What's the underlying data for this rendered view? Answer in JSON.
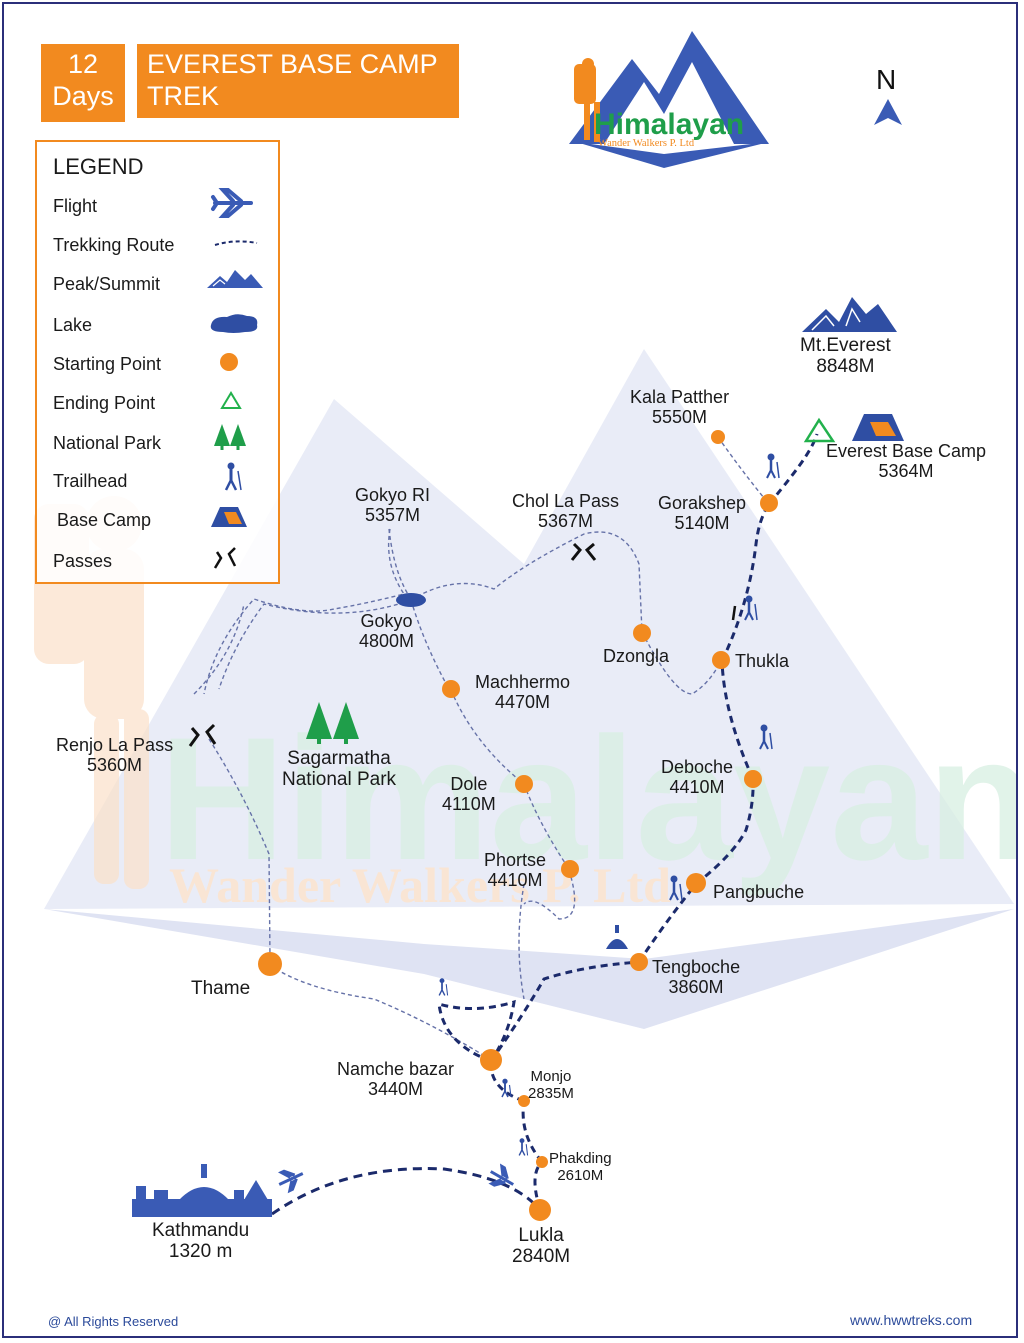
{
  "header": {
    "days_line1": "12",
    "days_line2": "Days",
    "title_line1": "EVEREST BASE CAMP",
    "title_line2": "TREK"
  },
  "logo": {
    "name": "Himalayan",
    "sub": "Wander Walkers P. Ltd",
    "watermark_name": "Himalayan",
    "watermark_sub": "Wander Walkers P. Ltd"
  },
  "north": "N",
  "legend": {
    "title": "LEGEND",
    "items": [
      {
        "label": "Flight",
        "icon": "plane-icon"
      },
      {
        "label": "Trekking Route",
        "icon": "dashed-route-icon"
      },
      {
        "label": "Peak/Summit",
        "icon": "mountain-icon"
      },
      {
        "label": "Lake",
        "icon": "lake-icon"
      },
      {
        "label": "Starting Point",
        "icon": "orange-dot-icon"
      },
      {
        "label": "Ending Point",
        "icon": "green-triangle-icon"
      },
      {
        "label": "National Park",
        "icon": "trees-icon"
      },
      {
        "label": "Trailhead",
        "icon": "hiker-icon"
      },
      {
        "label": "Base Camp",
        "icon": "tent-icon"
      },
      {
        "label": "Passes",
        "icon": "pass-icon"
      }
    ]
  },
  "places": {
    "everest": {
      "name": "Mt.Everest",
      "alt": "8848M"
    },
    "ebc": {
      "name": "Everest Base Camp",
      "alt": "5364M"
    },
    "kala": {
      "name": "Kala Patther",
      "alt": "5550M"
    },
    "gorakshep": {
      "name": "Gorakshep",
      "alt": "5140M"
    },
    "chola": {
      "name": "Chol La Pass",
      "alt": "5367M"
    },
    "gokyori": {
      "name": "Gokyo RI",
      "alt": "5357M"
    },
    "gokyo": {
      "name": "Gokyo",
      "alt": "4800M"
    },
    "dzongla": {
      "name": "Dzongla"
    },
    "thukla": {
      "name": "Thukla"
    },
    "machhermo": {
      "name": "Machhermo",
      "alt": "4470M"
    },
    "renjo": {
      "name": "Renjo La Pass",
      "alt": "5360M"
    },
    "sagarmatha": {
      "name": "Sagarmatha",
      "name2": "National Park"
    },
    "dole": {
      "name": "Dole",
      "alt": "4110M"
    },
    "deboche": {
      "name": "Deboche",
      "alt": "4410M"
    },
    "phortse": {
      "name": "Phortse",
      "alt": "4410M"
    },
    "pangbuche": {
      "name": "Pangbuche"
    },
    "thame": {
      "name": "Thame"
    },
    "tengboche": {
      "name": "Tengboche",
      "alt": "3860M"
    },
    "namche": {
      "name": "Namche bazar",
      "alt": "3440M"
    },
    "monjo": {
      "name": "Monjo",
      "alt": "2835M"
    },
    "phakding": {
      "name": "Phakding",
      "alt": "2610M"
    },
    "kathmandu": {
      "name": "Kathmandu",
      "alt": "1320 m"
    },
    "lukla": {
      "name": "Lukla",
      "alt": "2840M"
    }
  },
  "footer": {
    "left": "@ All Rights Reserved",
    "right": "www.hwwtreks.com"
  },
  "colors": {
    "orange": "#f28a1f",
    "navy": "#1b2a6b",
    "blue": "#3a5bb5",
    "green": "#1f9e4a",
    "light_blue": "#e6e9f6"
  }
}
